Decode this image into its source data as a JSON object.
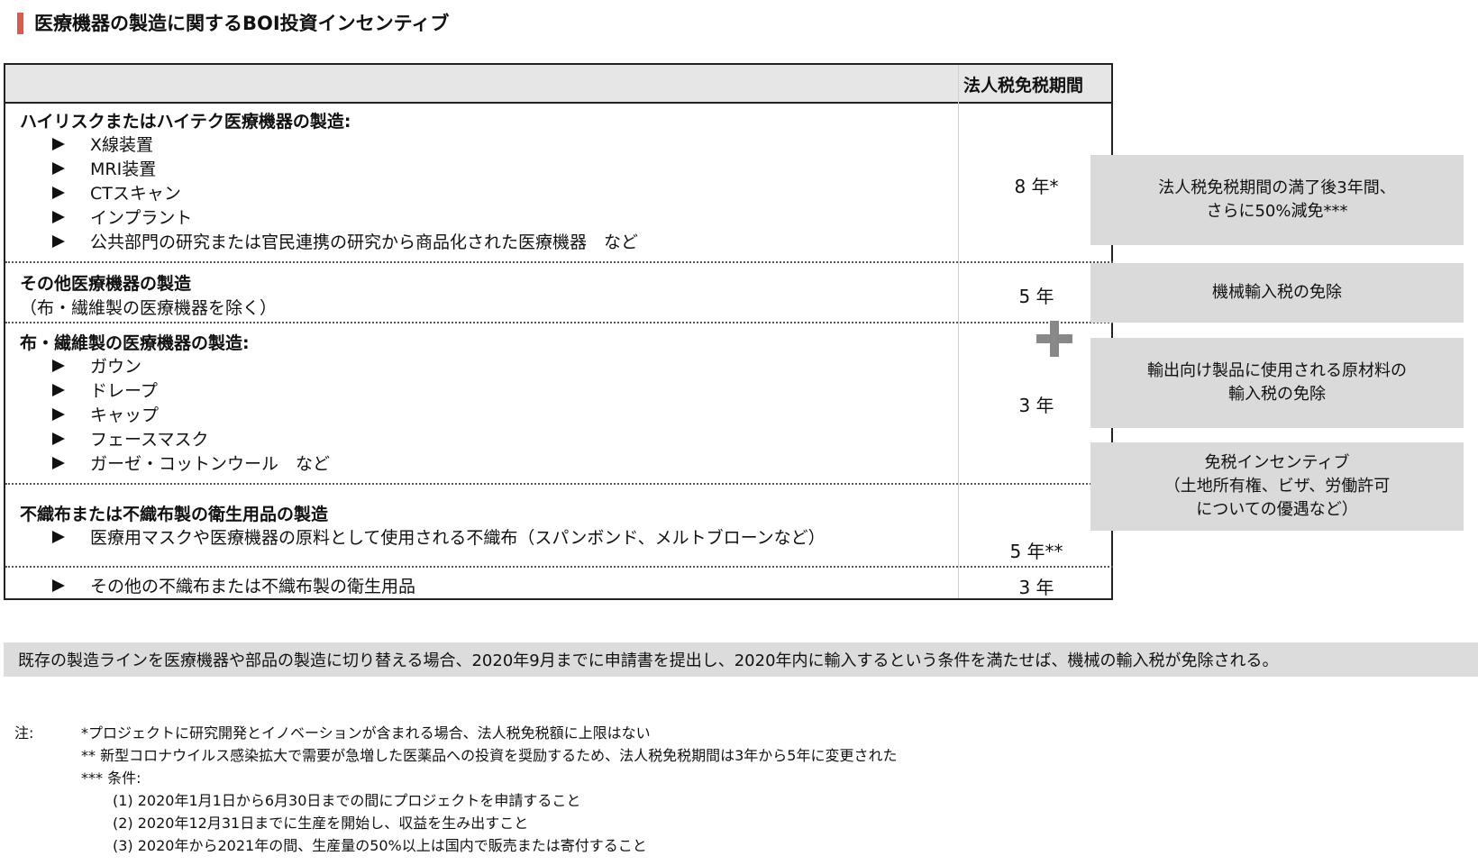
{
  "title": "医療機器の製造に関するBOI投資インセンティブ",
  "header": {
    "tax_label": "法人税免税期間"
  },
  "rows": [
    {
      "category": "ハイリスクまたはハイテク医療機器の製造:",
      "items": [
        "X線装置",
        "MRI装置",
        "CTスキャン",
        "インプラント",
        "公共部門の研究または官民連携の研究から商品化された医療機器　など"
      ],
      "years": "8 年*"
    },
    {
      "category": "その他医療機器の製造",
      "sub": "（布・繊維製の医療機器を除く）",
      "years": "5 年"
    },
    {
      "category": "布・繊維製の医療機器の製造:",
      "items": [
        "ガウン",
        "ドレープ",
        "キャップ",
        "フェースマスク",
        "ガーゼ・コットンウール　など"
      ],
      "years": "3 年"
    },
    {
      "category": "不織布または不織布製の衛生用品の製造",
      "items": [
        "医療用マスクや医療機器の原料として使用される不織布（スパンボンド、メルトブローンなど）"
      ],
      "years": "5 年**"
    },
    {
      "items": [
        "その他の不織布または不織布製の衛生用品"
      ],
      "years": "3 年"
    }
  ],
  "side_boxes": [
    [
      "法人税免税期間の満了後3年間、",
      "さらに50%減免***"
    ],
    [
      "機械輸入税の免除"
    ],
    [
      "輸出向け製品に使用される原材料の",
      "輸入税の免除"
    ],
    [
      "免税インセンティブ",
      "（土地所有権、ビザ、労働許可",
      "についての優遇など）"
    ]
  ],
  "banner": "既存の製造ラインを医療機器や部品の製造に切り替える場合、2020年9月までに申請書を提出し、2020年内に輸入するという条件を満たせば、機械の輸入税が免除される。",
  "notes": {
    "label": "注:",
    "lines": [
      "*プロジェクトに研究開発とイノベーションが含まれる場合、法人税免税額に上限はない",
      "** 新型コロナウイルス感染拡大で需要が急増した医薬品への投資を奨励するため、法人税免税期間は3年から5年に変更された",
      "*** 条件:",
      "(1) 2020年1月1日から6月30日までの間にプロジェクトを申請すること",
      "(2) 2020年12月31日までに生産を開始し、収益を生み出すこと",
      "(3) 2020年から2021年の間、生産量の50%以上は国内で販売または寄付すること"
    ]
  }
}
